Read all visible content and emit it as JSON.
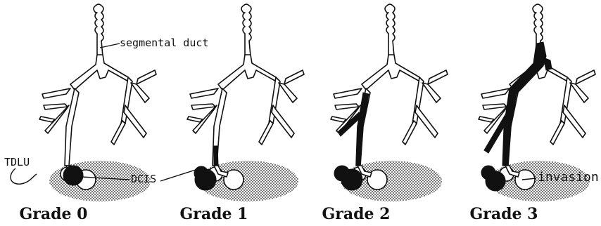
{
  "labels": {
    "segmental_duct": "segmental duct",
    "tdlu": "TDLU",
    "dcis": "DCIS",
    "invasion": "invasion"
  },
  "panels": [
    {
      "grade": "Grade 0",
      "level": 0
    },
    {
      "grade": "Grade 1",
      "level": 1
    },
    {
      "grade": "Grade 2",
      "level": 2
    },
    {
      "grade": "Grade 3",
      "level": 3
    }
  ],
  "colors": {
    "ink": "#111111",
    "background": "#ffffff"
  }
}
